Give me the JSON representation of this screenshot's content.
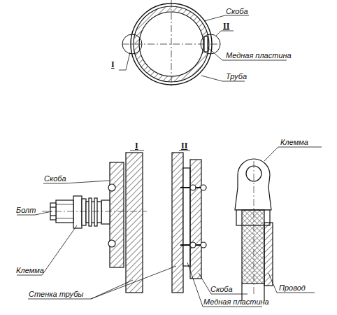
{
  "diagram": {
    "labels": [
      "Скоба",
      "II",
      "Медная пластина",
      "I",
      "Труба",
      "I",
      "II",
      "Скоба",
      "Болт",
      "Клемма",
      "Стенка трубы",
      "Скоба",
      "Медная пластина",
      "Клемма",
      "Провод"
    ]
  }
}
